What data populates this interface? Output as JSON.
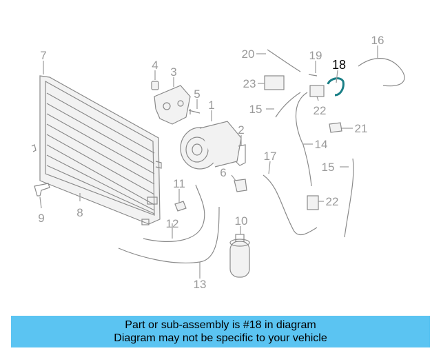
{
  "highlight_color": "#1a7f86",
  "callouts": [
    "1",
    "2",
    "3",
    "4",
    "5",
    "6",
    "7",
    "8",
    "9",
    "10",
    "11",
    "12",
    "13",
    "14",
    "15",
    "15",
    "16",
    "17",
    "18",
    "19",
    "20",
    "21",
    "22",
    "22",
    "23"
  ],
  "banner": {
    "line1": "Part or sub-assembly is #18 in diagram",
    "line2": "Diagram may not be specific to your vehicle",
    "color": "#5bc4f2"
  }
}
